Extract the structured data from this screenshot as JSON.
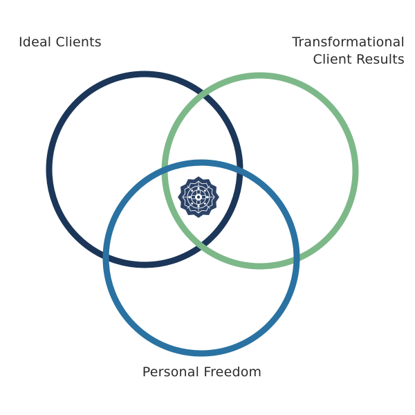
{
  "diagram": {
    "circles": [
      {
        "key": "ideal",
        "label": "Ideal Clients",
        "color": "#1b3658"
      },
      {
        "key": "transform",
        "label_line1": "Transformational",
        "label_line2": "Client Results",
        "color": "#7db889"
      },
      {
        "key": "freedom",
        "label": "Personal Freedom",
        "color": "#2a72a2"
      }
    ],
    "center_emblem": {
      "icon": "mandala-emblem-icon",
      "fill_color": "#2c4266",
      "line_color": "#ffffff"
    }
  }
}
